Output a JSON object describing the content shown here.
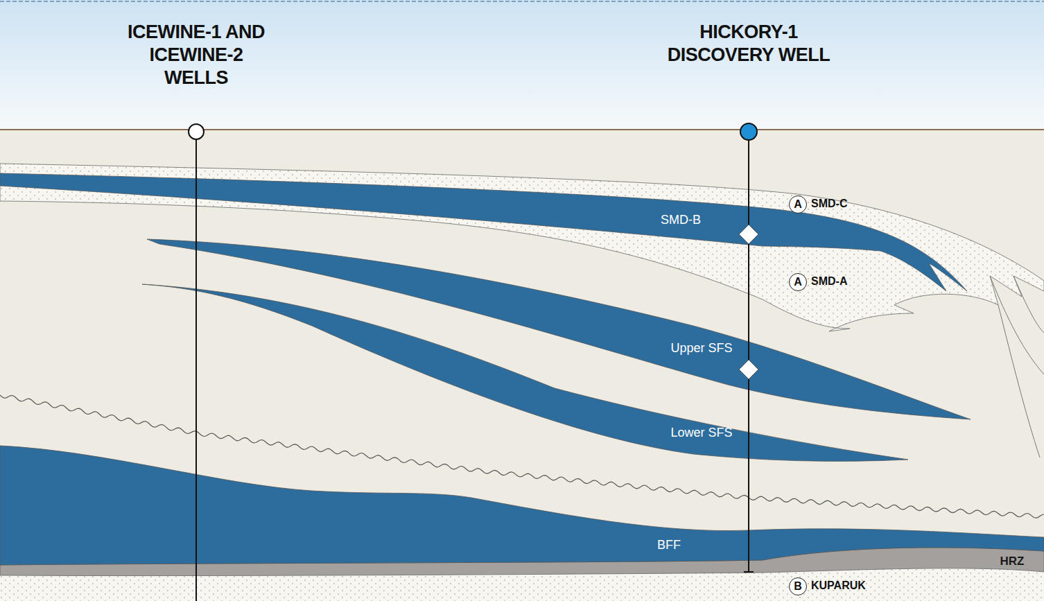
{
  "diagram": {
    "nodes": [
      {
        "text": [
          "A",
          "SMD-C"
        ]
      },
      {
        "text": [
          "A",
          "SMD-A"
        ]
      },
      {
        "text": [
          "B",
          "KUPARUK"
        ]
      }
    ],
    "labels": [
      "ICEWINE-1 AND ICEWINE-2 WELLS",
      "HICKORY-1 DISCOVERY WELL",
      "SMD-B",
      "Upper SFS",
      "Lower SFS",
      "BFF",
      "HRZ"
    ]
  }
}
